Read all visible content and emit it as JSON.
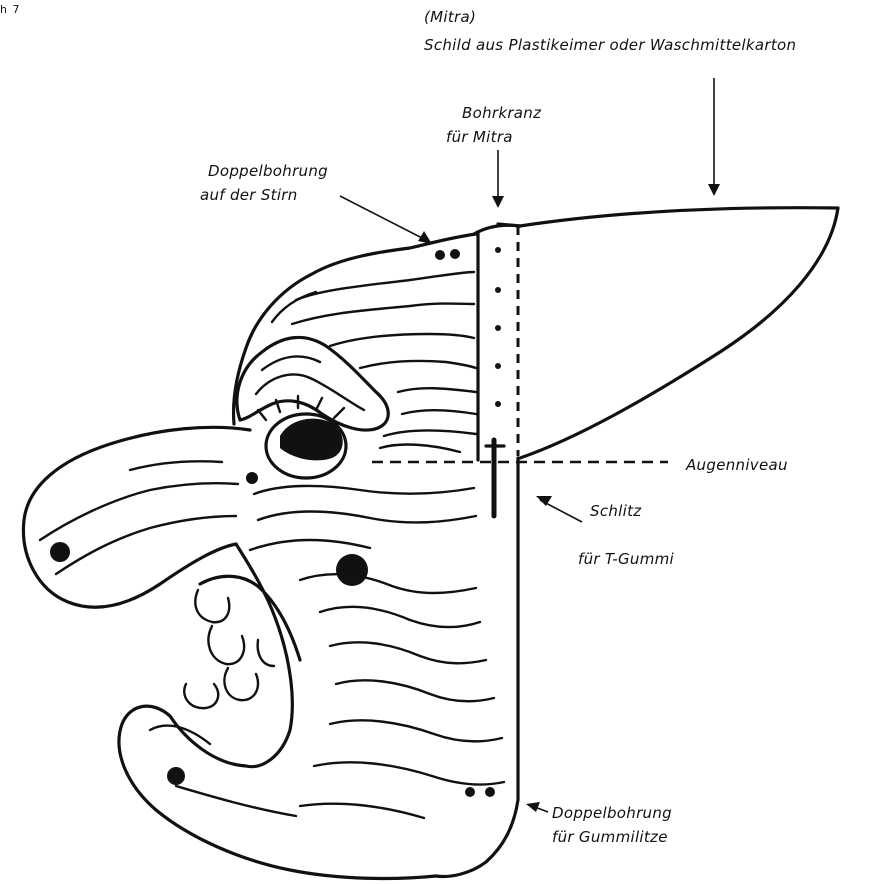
{
  "page_marker": "h 7",
  "labels": {
    "mitra_line1": "(Mitra)",
    "mitra_line2": "Schild aus Plastikeimer oder Waschmittelkarton",
    "bohrkranz_line1": "Bohrkranz",
    "bohrkranz_line2": "für Mitra",
    "stirn_line1": "Doppelbohrung",
    "stirn_line2": "auf der Stirn",
    "augenniveau": "Augenniveau",
    "schlitz_line1": "Schlitz",
    "schlitz_line2": "für T-Gummi",
    "gummi_line1": "Doppelbohrung",
    "gummi_line2": "für Gummilitze"
  },
  "colors": {
    "ink": "#111111",
    "paper": "#ffffff"
  }
}
